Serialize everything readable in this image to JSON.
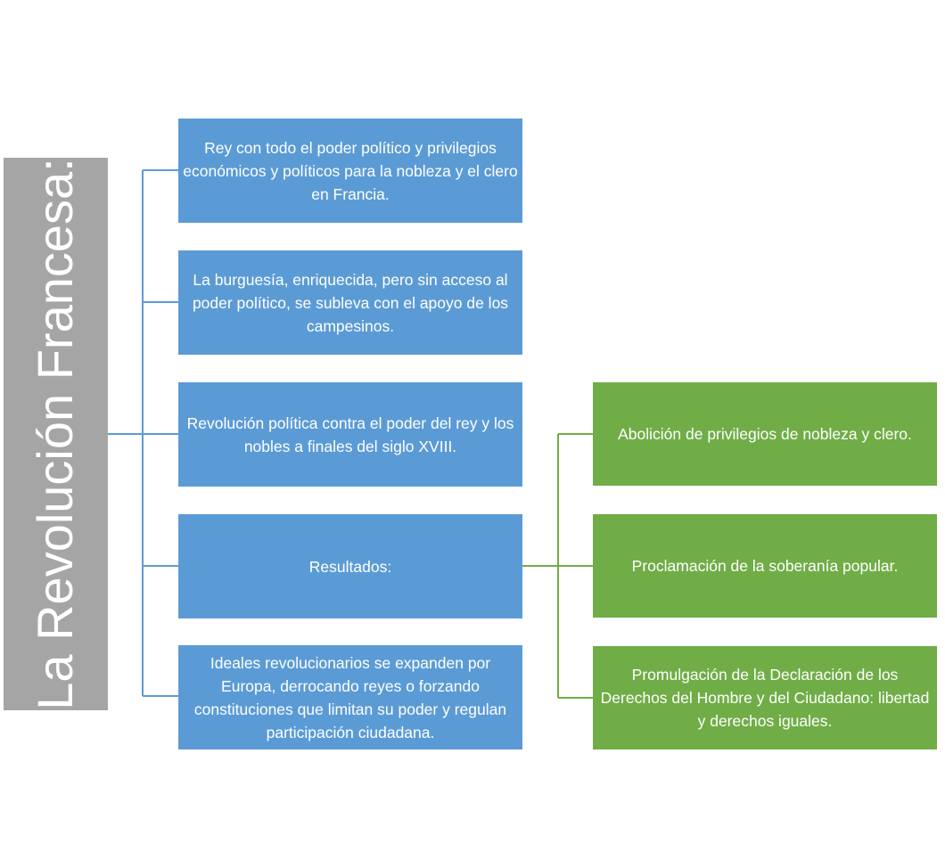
{
  "title": "La Revolución Francesa:",
  "branches": [
    "Rey con todo el poder político y privilegios económicos y políticos para la nobleza y el clero en Francia.",
    "La burguesía, enriquecida, pero sin acceso al poder político, se subleva con el apoyo de los campesinos.",
    "Revolución política contra el poder del rey y los nobles a finales del siglo XVIII.",
    "Resultados:",
    "Ideales revolucionarios se expanden por Europa, derrocando reyes o forzando constituciones que limitan su poder y regulan participación ciudadana."
  ],
  "results": [
    "Abolición de privilegios de nobleza y clero.",
    "Proclamación de la soberanía popular.",
    "Promulgación de la Declaración de los Derechos del Hombre y del Ciudadano: libertad y derechos iguales."
  ],
  "colors": {
    "root": "#a5a5a5",
    "branch": "#5b9bd5",
    "result": "#70ad47"
  }
}
